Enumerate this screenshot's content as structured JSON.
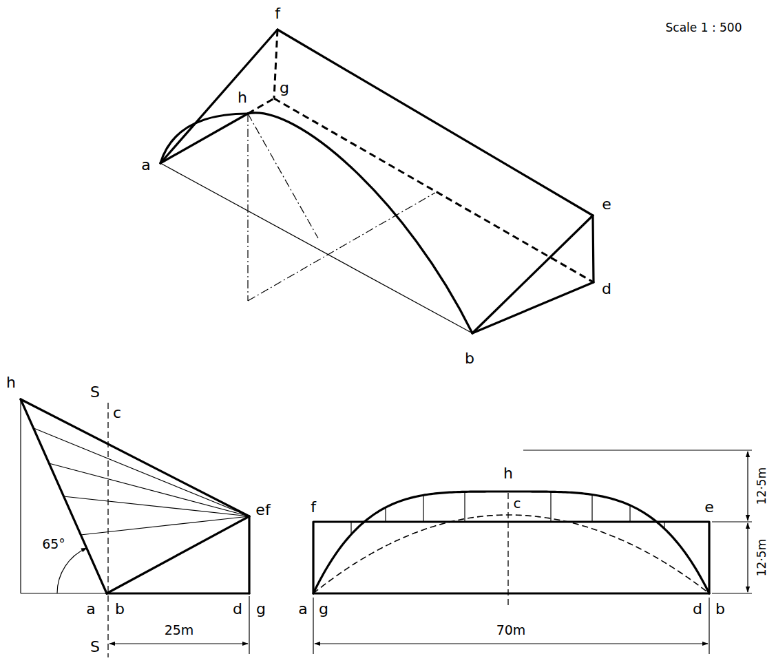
{
  "diagram": {
    "labels": [
      "Scale 1 : 500",
      "f",
      "g",
      "h",
      "a",
      "e",
      "d",
      "b",
      "h",
      "S",
      "c",
      "ef",
      "65°",
      "a",
      "b",
      "d",
      "g",
      "S",
      "25m",
      "h",
      "c",
      "f",
      "e",
      "12·5m",
      "12·5m",
      "a",
      "g",
      "d",
      "b",
      "70m"
    ]
  }
}
